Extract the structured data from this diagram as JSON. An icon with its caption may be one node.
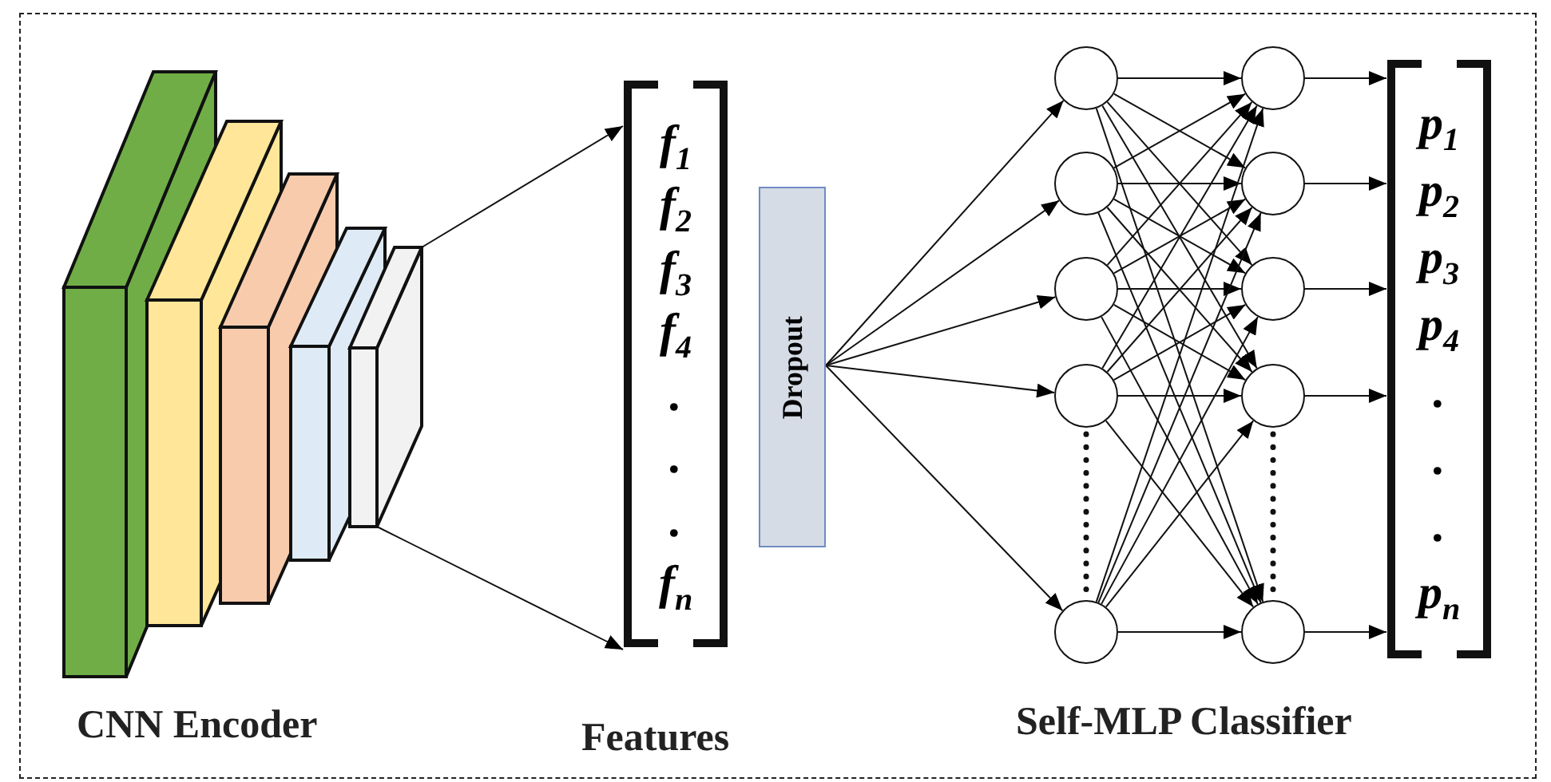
{
  "diagram": {
    "nodes": [
      {
        "text": [],
        "shape": "picture",
        "beside": [
          "CNN Encoder"
        ]
      },
      {
        "text": [
          "f$_{1}$",
          "f$_{2}$",
          "f$_{3}$",
          "f$_{4}$",
          ".",
          ".",
          ".",
          "f$_{n}$"
        ],
        "beside": [
          "Features"
        ]
      },
      {
        "text": [
          "Dropout"
        ]
      },
      {
        "text": [],
        "shape": "circle"
      },
      {
        "text": [],
        "shape": "circle"
      },
      {
        "text": [],
        "shape": "circle"
      },
      {
        "text": [],
        "shape": "circle"
      },
      {
        "text": [],
        "shape": "circle"
      },
      {
        "text": [],
        "shape": "circle"
      },
      {
        "text": [],
        "shape": "circle"
      },
      {
        "text": [],
        "shape": "circle"
      },
      {
        "text": [],
        "shape": "circle"
      },
      {
        "text": [],
        "shape": "circle"
      },
      {
        "text": [
          "p$_{1}$",
          "p$_{2}$",
          "p$_{3}$",
          "p$_{4}$",
          ".",
          ".",
          ".",
          "p$_{n}$"
        ]
      }
    ],
    "edges": [
      {
        "from": 0,
        "to": 1,
        "arrow": "to"
      },
      {
        "from": 0,
        "to": 1,
        "arrow": "to"
      },
      {
        "from": 2,
        "to": 3,
        "arrow": "to"
      },
      {
        "from": 2,
        "to": 4,
        "arrow": "to"
      },
      {
        "from": 2,
        "to": 5,
        "arrow": "to"
      },
      {
        "from": 2,
        "to": 6,
        "arrow": "to"
      },
      {
        "from": 2,
        "to": 7,
        "arrow": "to"
      },
      {
        "from": 3,
        "to": 8,
        "arrow": "to"
      },
      {
        "from": 3,
        "to": 9,
        "arrow": "to"
      },
      {
        "from": 3,
        "to": 10,
        "arrow": "to"
      },
      {
        "from": 3,
        "to": 11,
        "arrow": "to"
      },
      {
        "from": 3,
        "to": 12,
        "arrow": "to"
      },
      {
        "from": 4,
        "to": 8,
        "arrow": "to"
      },
      {
        "from": 4,
        "to": 9,
        "arrow": "to"
      },
      {
        "from": 4,
        "to": 10,
        "arrow": "to"
      },
      {
        "from": 4,
        "to": 11,
        "arrow": "to"
      },
      {
        "from": 4,
        "to": 12,
        "arrow": "to"
      },
      {
        "from": 5,
        "to": 8,
        "arrow": "to"
      },
      {
        "from": 5,
        "to": 9,
        "arrow": "to"
      },
      {
        "from": 5,
        "to": 10,
        "arrow": "to"
      },
      {
        "from": 5,
        "to": 11,
        "arrow": "to"
      },
      {
        "from": 5,
        "to": 12,
        "arrow": "to"
      },
      {
        "from": 6,
        "to": 8,
        "arrow": "to"
      },
      {
        "from": 6,
        "to": 9,
        "arrow": "to"
      },
      {
        "from": 6,
        "to": 10,
        "arrow": "to"
      },
      {
        "from": 6,
        "to": 11,
        "arrow": "to"
      },
      {
        "from": 6,
        "to": 12,
        "arrow": "to"
      },
      {
        "from": 7,
        "to": 8,
        "arrow": "to"
      },
      {
        "from": 7,
        "to": 9,
        "arrow": "to"
      },
      {
        "from": 7,
        "to": 10,
        "arrow": "to"
      },
      {
        "from": 7,
        "to": 11,
        "arrow": "to"
      },
      {
        "from": 7,
        "to": 12,
        "arrow": "to"
      },
      {
        "from": 8,
        "to": 13,
        "arrow": "to"
      },
      {
        "from": 9,
        "to": 13,
        "arrow": "to"
      },
      {
        "from": 10,
        "to": 13,
        "arrow": "to"
      },
      {
        "from": 11,
        "to": 13,
        "arrow": "to"
      },
      {
        "from": 12,
        "to": 13,
        "arrow": "to"
      }
    ],
    "labels": [
      "Self-MLP Classifier"
    ]
  }
}
